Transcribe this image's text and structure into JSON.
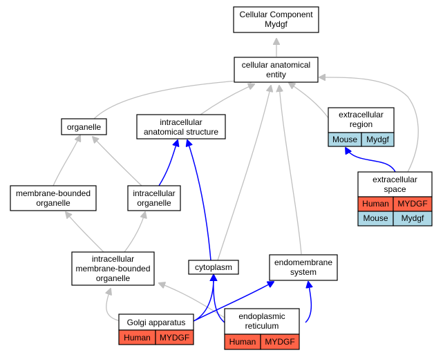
{
  "nodes": {
    "root": {
      "line1": "Cellular Component",
      "line2": "Mydgf"
    },
    "cellular_anatomical_entity": {
      "line1": "cellular anatomical",
      "line2": "entity"
    },
    "organelle": {
      "line1": "organelle"
    },
    "intracellular_anatomical_structure": {
      "line1": "intracellular",
      "line2": "anatomical structure"
    },
    "extracellular_region": {
      "line1": "extracellular",
      "line2": "region",
      "cells": [
        "Mouse",
        "Mydgf"
      ]
    },
    "membrane_bounded_organelle": {
      "line1": "membrane-bounded",
      "line2": "organelle"
    },
    "intracellular_organelle": {
      "line1": "intracellular",
      "line2": "organelle"
    },
    "extracellular_space": {
      "line1": "extracellular",
      "line2": "space",
      "row1": [
        "Human",
        "MYDGF"
      ],
      "row2": [
        "Mouse",
        "Mydgf"
      ]
    },
    "intracellular_membrane_bounded_organelle": {
      "line1": "intracellular",
      "line2": "membrane-bounded",
      "line3": "organelle"
    },
    "cytoplasm": {
      "line1": "cytoplasm"
    },
    "endomembrane_system": {
      "line1": "endomembrane",
      "line2": "system"
    },
    "golgi_apparatus": {
      "line1": "Golgi apparatus",
      "cells": [
        "Human",
        "MYDGF"
      ]
    },
    "endoplasmic_reticulum": {
      "line1": "endoplasmic",
      "line2": "reticulum",
      "cells": [
        "Human",
        "MYDGF"
      ]
    }
  },
  "colors": {
    "human_cell": "#ff6347",
    "mouse_cell": "#add8e6",
    "is_a_edge": "#c0c0c0",
    "part_of_edge": "#0000ff"
  }
}
